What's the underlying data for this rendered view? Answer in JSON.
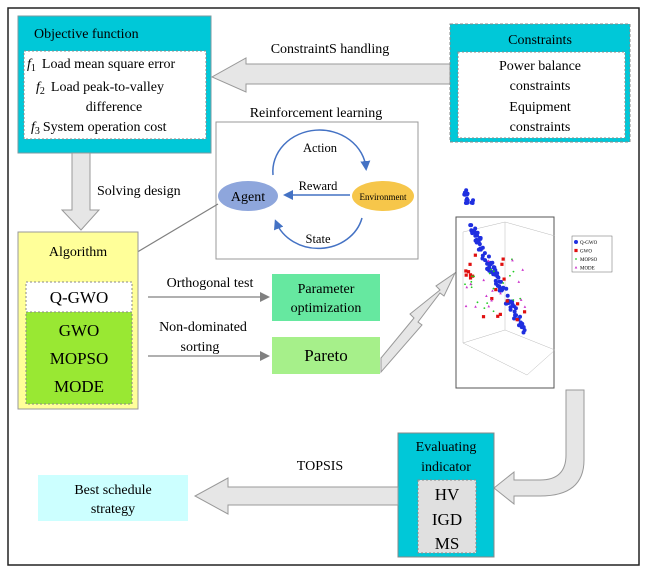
{
  "objective": {
    "title": "Objective function",
    "items": [
      {
        "symbol": "f",
        "sub": "1",
        "label": "Load mean square error"
      },
      {
        "symbol": "f",
        "sub": "2",
        "label": "Load peak-to-valley",
        "label2": "difference"
      },
      {
        "symbol": "f",
        "sub": "3",
        "label": "System operation cost"
      }
    ]
  },
  "constraints": {
    "title": "Constraints",
    "line1": "Power balance",
    "line2": "constraints",
    "line3": "Equipment",
    "line4": "constraints",
    "arrow_label": "ConstraintS handling"
  },
  "rl": {
    "title": "Reinforcement learning",
    "agent": "Agent",
    "environment": "Environment",
    "action": "Action",
    "reward": "Reward",
    "state": "State"
  },
  "solving_label": "Solving design",
  "algorithm": {
    "title": "Algorithm",
    "proposed": "Q-GWO",
    "others": [
      "GWO",
      "MOPSO",
      "MODE"
    ]
  },
  "orthogonal": {
    "label": "Orthogonal test",
    "box_line1": "Parameter",
    "box_line2": "optimization"
  },
  "nondominated": {
    "line1": "Non-dominated",
    "line2": "sorting",
    "box": "Pareto"
  },
  "scatter": {
    "legend": [
      {
        "name": "Q-GWO",
        "color": "#1f2fe0",
        "marker": "circle"
      },
      {
        "name": "GWO",
        "color": "#e01010",
        "marker": "square"
      },
      {
        "name": "MOPSO",
        "color": "#22cc22",
        "marker": "star"
      },
      {
        "name": "MODE",
        "color": "#cc33cc",
        "marker": "triangle"
      }
    ]
  },
  "evaluating": {
    "line1": "Evaluating",
    "line2": "indicator",
    "metrics": [
      "HV",
      "IGD",
      "MS"
    ]
  },
  "topsis_label": "TOPSIS",
  "best": {
    "line1": "Best schedule",
    "line2": "strategy"
  },
  "colors": {
    "teal": "#00c8d8",
    "yellow": "#ffff99",
    "green": "#99e833",
    "param_green": "#66e8a0",
    "pareto_green": "#a6f08a",
    "best_cyan": "#ccffff",
    "agent_blue": "#8ea6dc",
    "env_yellow": "#f6c64a",
    "arrow_blue": "#4472c4"
  }
}
